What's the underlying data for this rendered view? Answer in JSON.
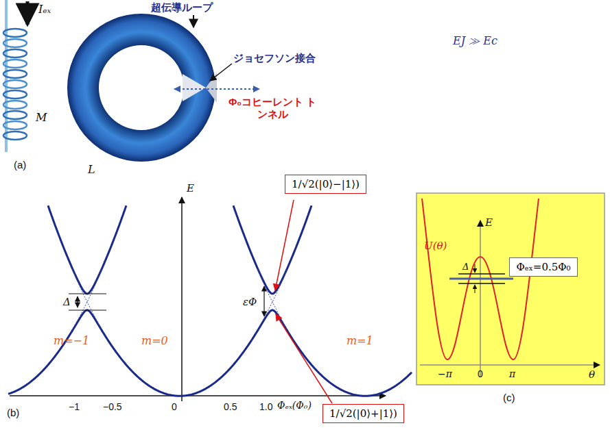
{
  "diagram": {
    "nodes": [
      {
        "text": [
          "1/√2(|0⟩−|1⟩)"
        ]
      },
      {
        "text": [
          "1/√2(|0⟩+|1⟩)"
        ]
      },
      {
        "text": [
          "Φₑₓ=0.5Φ₀"
        ]
      }
    ],
    "labels": [
      "(a)",
      "Iₑₓ",
      "M",
      "L",
      "超伝導ループ",
      "ジョセフソン接合",
      "Φ₀コヒーレント トンネル",
      "EJ ≫ Ec",
      "(b)",
      "E",
      "Δ",
      "εΦ",
      "m=−1",
      "m=0",
      "m=1",
      "−1",
      "−0.5",
      "0",
      "0.5",
      "1.0",
      "Φₑₓ(Φ₀)",
      "U(θ)",
      "E",
      "Δ",
      "−π",
      "0",
      "π",
      "θ",
      "(c)"
    ]
  }
}
